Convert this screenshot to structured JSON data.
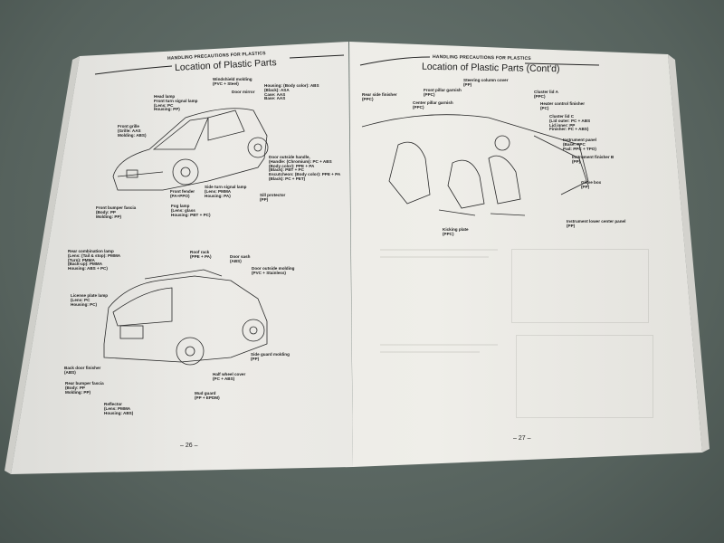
{
  "left_page": {
    "header": "HANDLING PRECAUTIONS FOR PLASTICS",
    "title": "Location of Plastic Parts",
    "front_labels": [
      "Windshield molding\n(PVC + Steel)",
      "Door mirror",
      "Housing: (Body color): ABS\n(Black): ASA\nCase: AAS\nBase: AAS",
      "Head lamp\nFront turn signal lamp\n(Lens: PC\nHousing: PP)",
      "Front grille\n(Grille: AAS\nMolding: ABS)",
      "Door outside handle,\n(Handle: (Chromium): PC + ABS\n(Body color): PPE + PA\n(Black): PBT + PC\nEscutcheon: (Body color): PPE + PA\n(Black): PC + PET)",
      "Front fender\n(PA+PPO)",
      "Side turn signal lamp\n(Lens: PMMA\nHousing: PA)",
      "Sill protector\n(PP)",
      "Front bumper fascia\n(Body: PP\nMolding: PP)",
      "Fog lamp\n(Lens: glass\nHousing: PBT + PC)"
    ],
    "rear_labels": [
      "Rear combination lamp\n(Lens: (Tail & stop): PMMA\n(Turn): PMMA\n(Back-up): PMMA\nHousing: ABS + PC)",
      "Roof rack\n(PPE + PA)",
      "Door sash\n(ABS)",
      "Door outside molding\n(PVC + Stainless)",
      "License plate lamp\n(Lens: PC\nHousing: PC)",
      "Side guard molding\n(PP)",
      "Back door finisher\n(ABS)",
      "Half wheel cover\n(PC + ABS)",
      "Rear bumper fascia\n(Body: PP\nMolding: PP)",
      "Mud guard\n(PP + EPDM)",
      "Reflector\n(Lens: PMMA\nHousing: ABS)"
    ],
    "page_number": "– 26 –"
  },
  "right_page": {
    "header": "HANDLING PRECAUTIONS FOR PLASTICS",
    "title": "Location of Plastic Parts (Cont'd)",
    "labels": [
      "Rear side finisher\n(PPC)",
      "Steering column cover\n(PP)",
      "Front pillar garnish\n(PPC)",
      "Center pillar garnish\n(PPC)",
      "Cluster lid A\n(PPC)",
      "Heater control finisher\n(PC)",
      "Cluster lid C\n(Lid outer: PC + ABS\nLid inner: PP\nFinisher: PC + ABS)",
      "Instrument panel\n(Base: PPC\nPad: PPC + TPO)",
      "Instrument finisher B\n(PP)",
      "Glove box\n(PP)",
      "Kicking plate\n(PPC)",
      "Instrument lower center panel\n(PP)"
    ],
    "page_number": "– 27 –"
  }
}
